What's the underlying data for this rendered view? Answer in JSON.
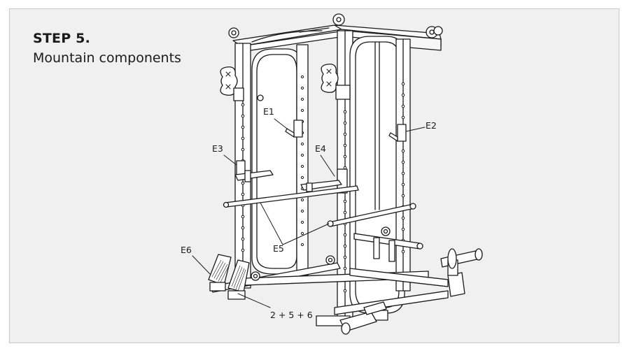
{
  "step": {
    "title": "STEP 5.",
    "subtitle": "Mountain components"
  },
  "labels": {
    "e1": "E1",
    "e2": "E2",
    "e3": "E3",
    "e4": "E4",
    "e5": "E5",
    "e6": "E6",
    "assembly": "2 + 5 + 6"
  },
  "colors": {
    "background": "#f0f0f0",
    "line": "#1a1a1a",
    "frame": "#c9c9c9"
  }
}
